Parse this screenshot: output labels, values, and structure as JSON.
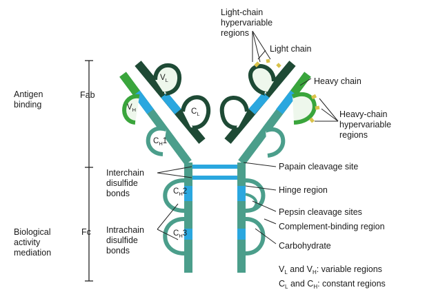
{
  "labels": {
    "light_chain_hypervariable": "Light-chain\nhypervariable\nregions",
    "light_chain": "Light chain",
    "heavy_chain": "Heavy chain",
    "heavy_chain_hypervariable": "Heavy-chain\nhypervariable\nregions",
    "papain": "Papain cleavage site",
    "hinge": "Hinge region",
    "pepsin": "Pepsin cleavage sites",
    "complement": "Complement-binding region",
    "carbohydrate": "Carbohydrate",
    "interchain": "Interchain\ndisulfide\nbonds",
    "intrachain": "Intrachain\ndisulfide\nbonds"
  },
  "functions": {
    "antigen_binding": "Antigen\nbinding",
    "biological_activity": "Biological\nactivity\nmediation"
  },
  "fragments": {
    "fab": "Fab",
    "fc": "Fc"
  },
  "domains": {
    "vl": {
      "main": "V",
      "sub": "L"
    },
    "vh": {
      "main": "V",
      "sub": "H"
    },
    "cl": {
      "main": "C",
      "sub": "L"
    },
    "ch1": {
      "main": "C",
      "sub": "H",
      "suffix": "1"
    },
    "ch2": {
      "main": "C",
      "sub": "H",
      "suffix": "2"
    },
    "ch3": {
      "main": "C",
      "sub": "H",
      "suffix": "3"
    }
  },
  "legend": {
    "variable": {
      "a": "V",
      "a_sub": "L",
      "mid": " and V",
      "b_sub": "H",
      "tail": ": variable regions"
    },
    "constant": {
      "a": "C",
      "a_sub": "L",
      "mid": " and C",
      "b_sub": "H",
      "tail": ": constant regions"
    }
  },
  "colors": {
    "dark_green": "#1e4a35",
    "bright_green": "#3aa53c",
    "teal": "#4b9e8b",
    "blue": "#2aa7df",
    "fill_light": "#eef7ec",
    "yellow": "#d9c24a",
    "line": "#222222"
  }
}
